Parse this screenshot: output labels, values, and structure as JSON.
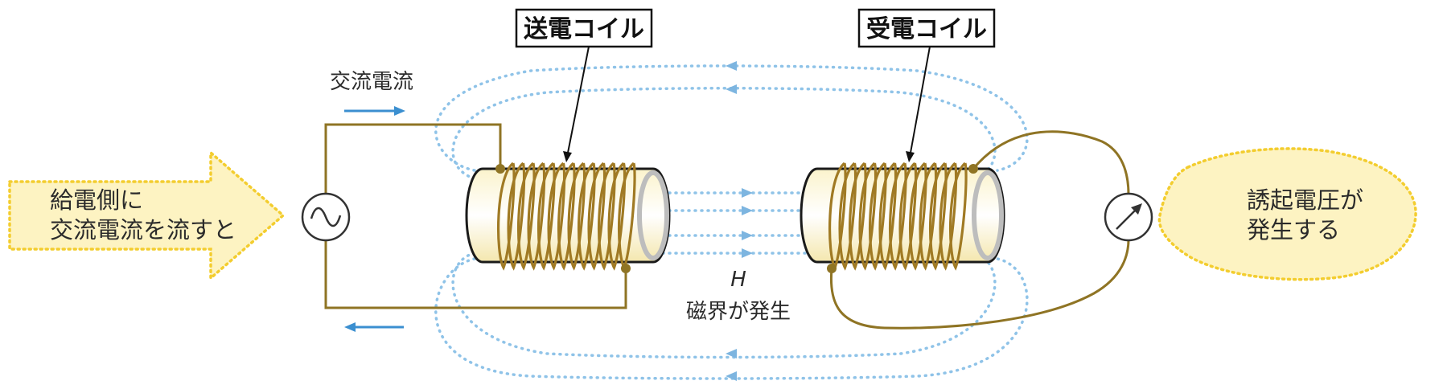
{
  "labels": {
    "tx_coil": "送電コイル",
    "rx_coil": "受電コイル",
    "ac_current": "交流電流",
    "input_line1": "給電側に",
    "input_line2": "交流電流を流すと",
    "output_line1": "誘起電圧が",
    "output_line2": "発生する",
    "field_symbol": "H",
    "field_text": "磁界が発生"
  },
  "icons": {
    "source": "ac-source-icon",
    "meter": "voltmeter-icon"
  },
  "colors": {
    "wire": "#8f7424",
    "coil": "#a07a24",
    "field": "#8fc3e8",
    "arrow_blue": "#3b8fd0",
    "callout_fill": "#fdf3c2",
    "callout_border": "#f3cd2f"
  }
}
